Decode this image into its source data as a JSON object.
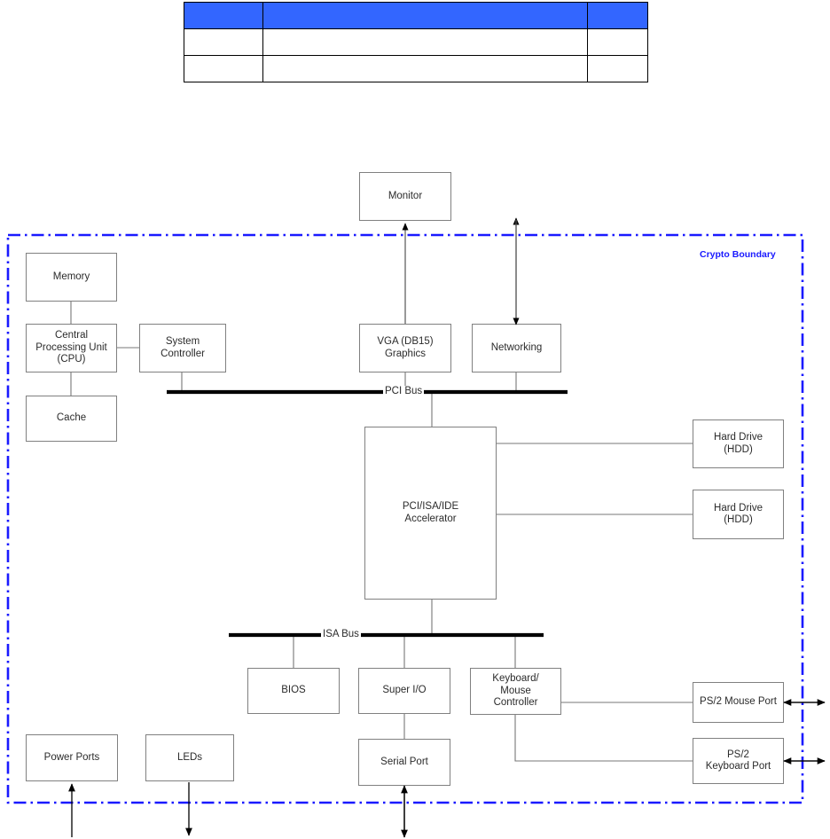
{
  "table": {
    "columns": [
      "",
      "",
      ""
    ],
    "header_bg": "#3366ff",
    "rows": [
      [
        "",
        "",
        ""
      ],
      [
        "",
        "",
        ""
      ]
    ]
  },
  "diagram": {
    "boundary_label": "Crypto Boundary",
    "boundary_color": "#1a1aff",
    "buses": [
      {
        "id": "pci",
        "label": "PCI Bus"
      },
      {
        "id": "isa",
        "label": "ISA Bus"
      }
    ],
    "nodes": {
      "monitor": "Monitor",
      "memory": "Memory",
      "cpu": "Central\nProcessing Unit\n(CPU)",
      "cache": "Cache",
      "system_controller": "System\nController",
      "vga": "VGA (DB15)\nGraphics",
      "networking": "Networking",
      "accelerator": "PCI/ISA/IDE\nAccelerator",
      "hdd1": "Hard Drive\n(HDD)",
      "hdd2": "Hard Drive\n(HDD)",
      "bios": "BIOS",
      "super_io": "Super I/O",
      "kbd_mouse_controller": "Keyboard/\nMouse\nController",
      "serial_port": "Serial Port",
      "ps2_mouse": "PS/2 Mouse Port",
      "ps2_keyboard": "PS/2\nKeyboard Port",
      "power_ports": "Power Ports",
      "leds": "LEDs"
    }
  }
}
